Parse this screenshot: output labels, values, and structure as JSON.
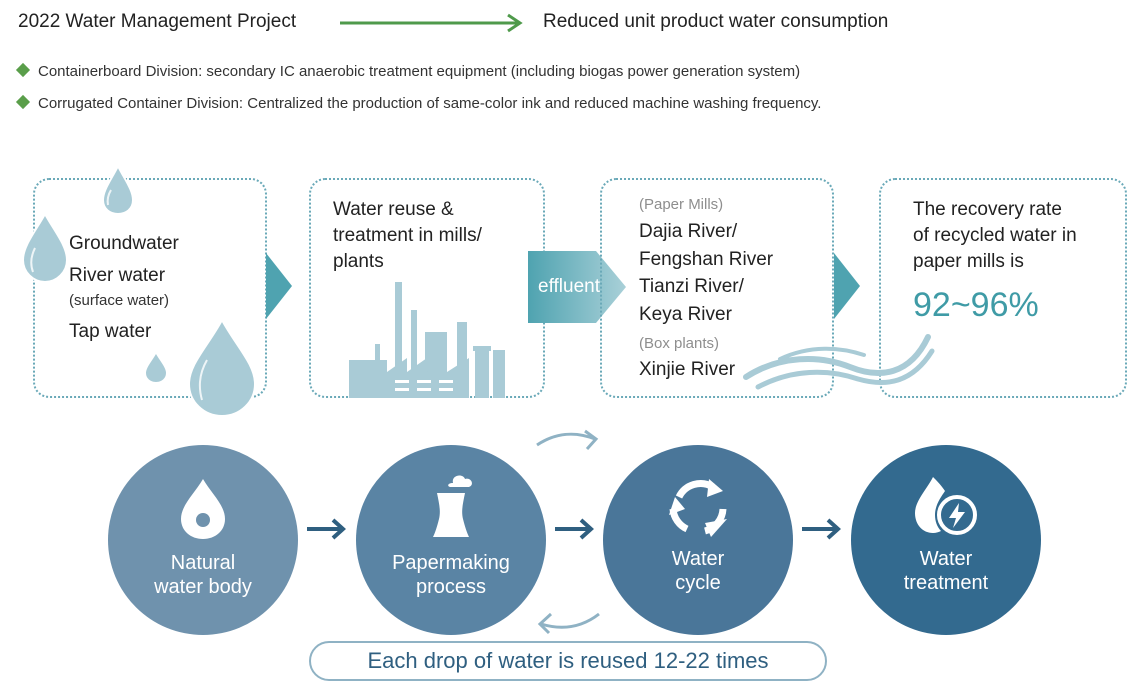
{
  "header": {
    "title": "2022 Water Management Project",
    "result": "Reduced unit product water consumption"
  },
  "bullets": [
    "Containerboard Division: secondary IC anaerobic treatment equipment (including biogas power generation system)",
    "Corrugated Container Division: Centralized the production of same-color ink and reduced machine washing frequency."
  ],
  "sources": {
    "line1": "Groundwater",
    "line2": "River water",
    "line2_note": "(surface water)",
    "line3": "Tap water"
  },
  "reuse": {
    "lines": [
      "Water reuse &",
      "treatment in mills/",
      "plants"
    ]
  },
  "effluent": {
    "label": "effluent"
  },
  "rivers": {
    "paper_heading": "(Paper Mills)",
    "paper_rivers": [
      "Dajia River/",
      "Fengshan River",
      "Tianzi River/",
      "Keya River"
    ],
    "box_heading": "(Box plants)",
    "box_rivers": [
      "Xinjie River"
    ]
  },
  "recovery": {
    "lines": [
      "The recovery rate",
      "of recycled water in",
      "paper mills is"
    ],
    "value": "92~96%"
  },
  "cycle": [
    {
      "lines": [
        "Natural",
        "water body"
      ],
      "icon": "water-drop-icon",
      "color": "#6f92ad"
    },
    {
      "lines": [
        "Papermaking",
        "process"
      ],
      "icon": "factory-chimney-icon",
      "color": "#5a84a4"
    },
    {
      "lines": [
        "Water",
        "cycle"
      ],
      "icon": "recycle-icon",
      "color": "#4a7699"
    },
    {
      "lines": [
        "Water",
        "treatment"
      ],
      "icon": "water-energy-icon",
      "color": "#336a8f"
    }
  ],
  "footer": {
    "text": "Each drop of water is reused 12-22 times"
  },
  "colors": {
    "green_arrow": "#4f9a4b",
    "teal": "#4fa3b0",
    "drop": "#a9cbd6",
    "navy_arrow": "#2f5f80"
  }
}
